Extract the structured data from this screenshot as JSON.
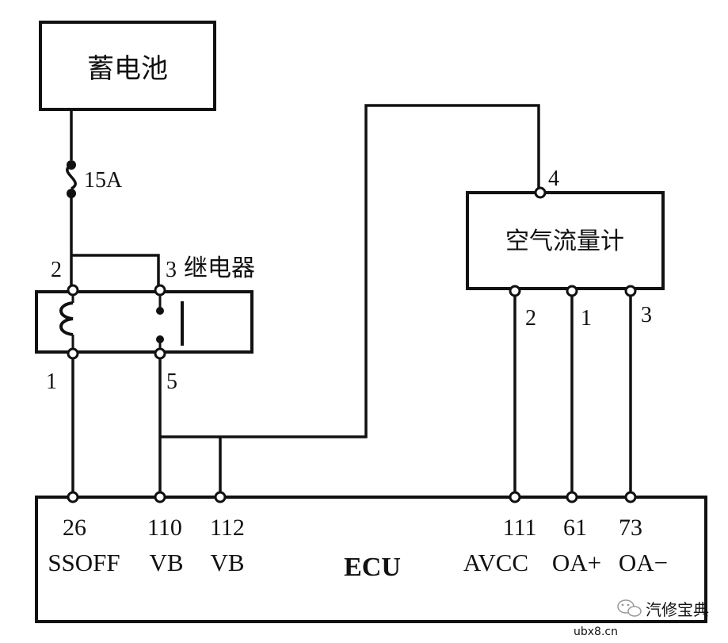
{
  "battery": {
    "label": "蓄电池"
  },
  "fuse": {
    "label": "15A"
  },
  "relay": {
    "label": "继电器",
    "pins": {
      "p1": "1",
      "p2": "2",
      "p3": "3",
      "p5": "5"
    }
  },
  "airflow_meter": {
    "label": "空气流量计",
    "pins": {
      "p4": "4",
      "p2": "2",
      "p1": "1",
      "p3": "3"
    }
  },
  "ecu": {
    "label": "ECU",
    "terminals": [
      {
        "number": "26",
        "signal": "SSOFF"
      },
      {
        "number": "110",
        "signal": "VB"
      },
      {
        "number": "112",
        "signal": "VB"
      },
      {
        "number": "111",
        "signal": "AVCC"
      },
      {
        "number": "61",
        "signal": "OA+"
      },
      {
        "number": "73",
        "signal": "OA−"
      }
    ]
  },
  "watermark": {
    "brand": "汽修宝典",
    "site": "ubx8.cn",
    "icon": "wechat-icon"
  }
}
